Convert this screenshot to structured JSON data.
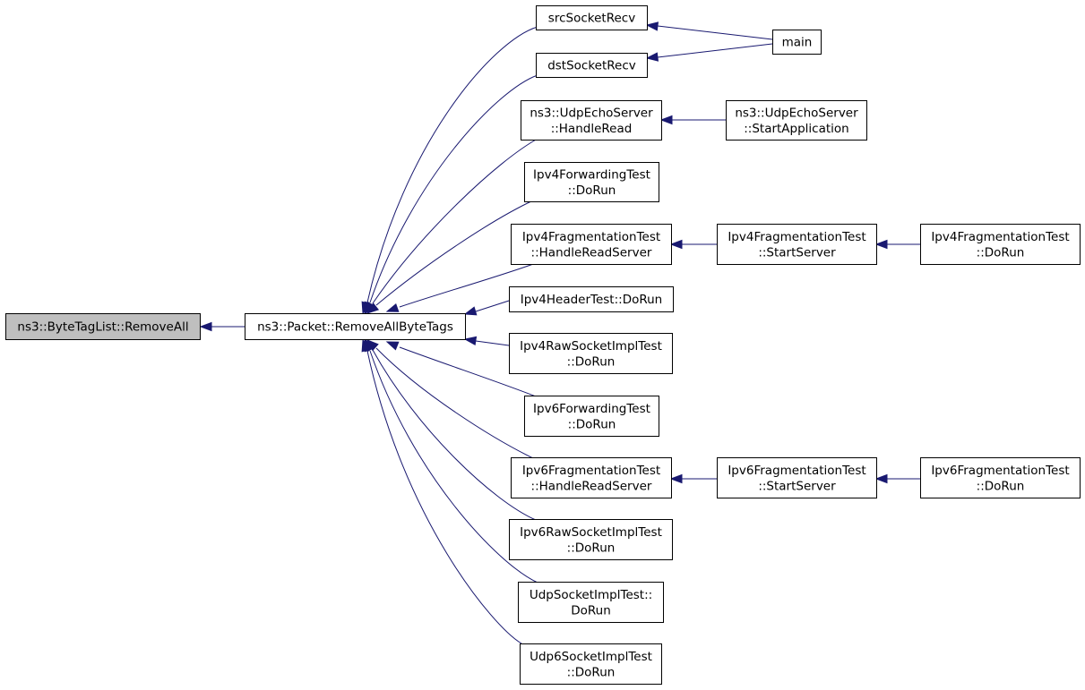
{
  "diagram": {
    "nodes": {
      "root": {
        "lines": [
          "ns3::ByteTagList::RemoveAll"
        ]
      },
      "packet": {
        "lines": [
          "ns3::Packet::RemoveAllByteTags"
        ]
      },
      "srcSocketRecv": {
        "lines": [
          "srcSocketRecv"
        ]
      },
      "dstSocketRecv": {
        "lines": [
          "dstSocketRecv"
        ]
      },
      "main": {
        "lines": [
          "main"
        ]
      },
      "udpEchoHandleRead": {
        "lines": [
          "ns3::UdpEchoServer",
          "::HandleRead"
        ]
      },
      "udpEchoStartApp": {
        "lines": [
          "ns3::UdpEchoServer",
          "::StartApplication"
        ]
      },
      "ipv4FwdDoRun": {
        "lines": [
          "Ipv4ForwardingTest",
          "::DoRun"
        ]
      },
      "ipv4FragHandleRead": {
        "lines": [
          "Ipv4FragmentationTest",
          "::HandleReadServer"
        ]
      },
      "ipv4FragStartServer": {
        "lines": [
          "Ipv4FragmentationTest",
          "::StartServer"
        ]
      },
      "ipv4FragDoRun": {
        "lines": [
          "Ipv4FragmentationTest",
          "::DoRun"
        ]
      },
      "ipv4HeaderDoRun": {
        "lines": [
          "Ipv4HeaderTest::DoRun"
        ]
      },
      "ipv4RawDoRun": {
        "lines": [
          "Ipv4RawSocketImplTest",
          "::DoRun"
        ]
      },
      "ipv6FwdDoRun": {
        "lines": [
          "Ipv6ForwardingTest",
          "::DoRun"
        ]
      },
      "ipv6FragHandleRead": {
        "lines": [
          "Ipv6FragmentationTest",
          "::HandleReadServer"
        ]
      },
      "ipv6FragStartServer": {
        "lines": [
          "Ipv6FragmentationTest",
          "::StartServer"
        ]
      },
      "ipv6FragDoRun": {
        "lines": [
          "Ipv6FragmentationTest",
          "::DoRun"
        ]
      },
      "ipv6RawDoRun": {
        "lines": [
          "Ipv6RawSocketImplTest",
          "::DoRun"
        ]
      },
      "udpSockDoRun": {
        "lines": [
          "UdpSocketImplTest::",
          "DoRun"
        ]
      },
      "udp6SockDoRun": {
        "lines": [
          "Udp6SocketImplTest",
          "::DoRun"
        ]
      }
    },
    "edges": [
      {
        "from": "packet",
        "to": "root"
      },
      {
        "from": "srcSocketRecv",
        "to": "packet"
      },
      {
        "from": "dstSocketRecv",
        "to": "packet"
      },
      {
        "from": "udpEchoHandleRead",
        "to": "packet"
      },
      {
        "from": "ipv4FwdDoRun",
        "to": "packet"
      },
      {
        "from": "ipv4FragHandleRead",
        "to": "packet"
      },
      {
        "from": "ipv4HeaderDoRun",
        "to": "packet"
      },
      {
        "from": "ipv4RawDoRun",
        "to": "packet"
      },
      {
        "from": "ipv6FwdDoRun",
        "to": "packet"
      },
      {
        "from": "ipv6FragHandleRead",
        "to": "packet"
      },
      {
        "from": "ipv6RawDoRun",
        "to": "packet"
      },
      {
        "from": "udpSockDoRun",
        "to": "packet"
      },
      {
        "from": "udp6SockDoRun",
        "to": "packet"
      },
      {
        "from": "main",
        "to": "srcSocketRecv"
      },
      {
        "from": "main",
        "to": "dstSocketRecv"
      },
      {
        "from": "udpEchoStartApp",
        "to": "udpEchoHandleRead"
      },
      {
        "from": "ipv4FragStartServer",
        "to": "ipv4FragHandleRead"
      },
      {
        "from": "ipv4FragDoRun",
        "to": "ipv4FragStartServer"
      },
      {
        "from": "ipv6FragStartServer",
        "to": "ipv6FragHandleRead"
      },
      {
        "from": "ipv6FragDoRun",
        "to": "ipv6FragStartServer"
      }
    ],
    "colors": {
      "edge": "#191970",
      "root_fill": "#bfbfbf",
      "node_fill": "#ffffff",
      "node_border": "#000000"
    }
  }
}
